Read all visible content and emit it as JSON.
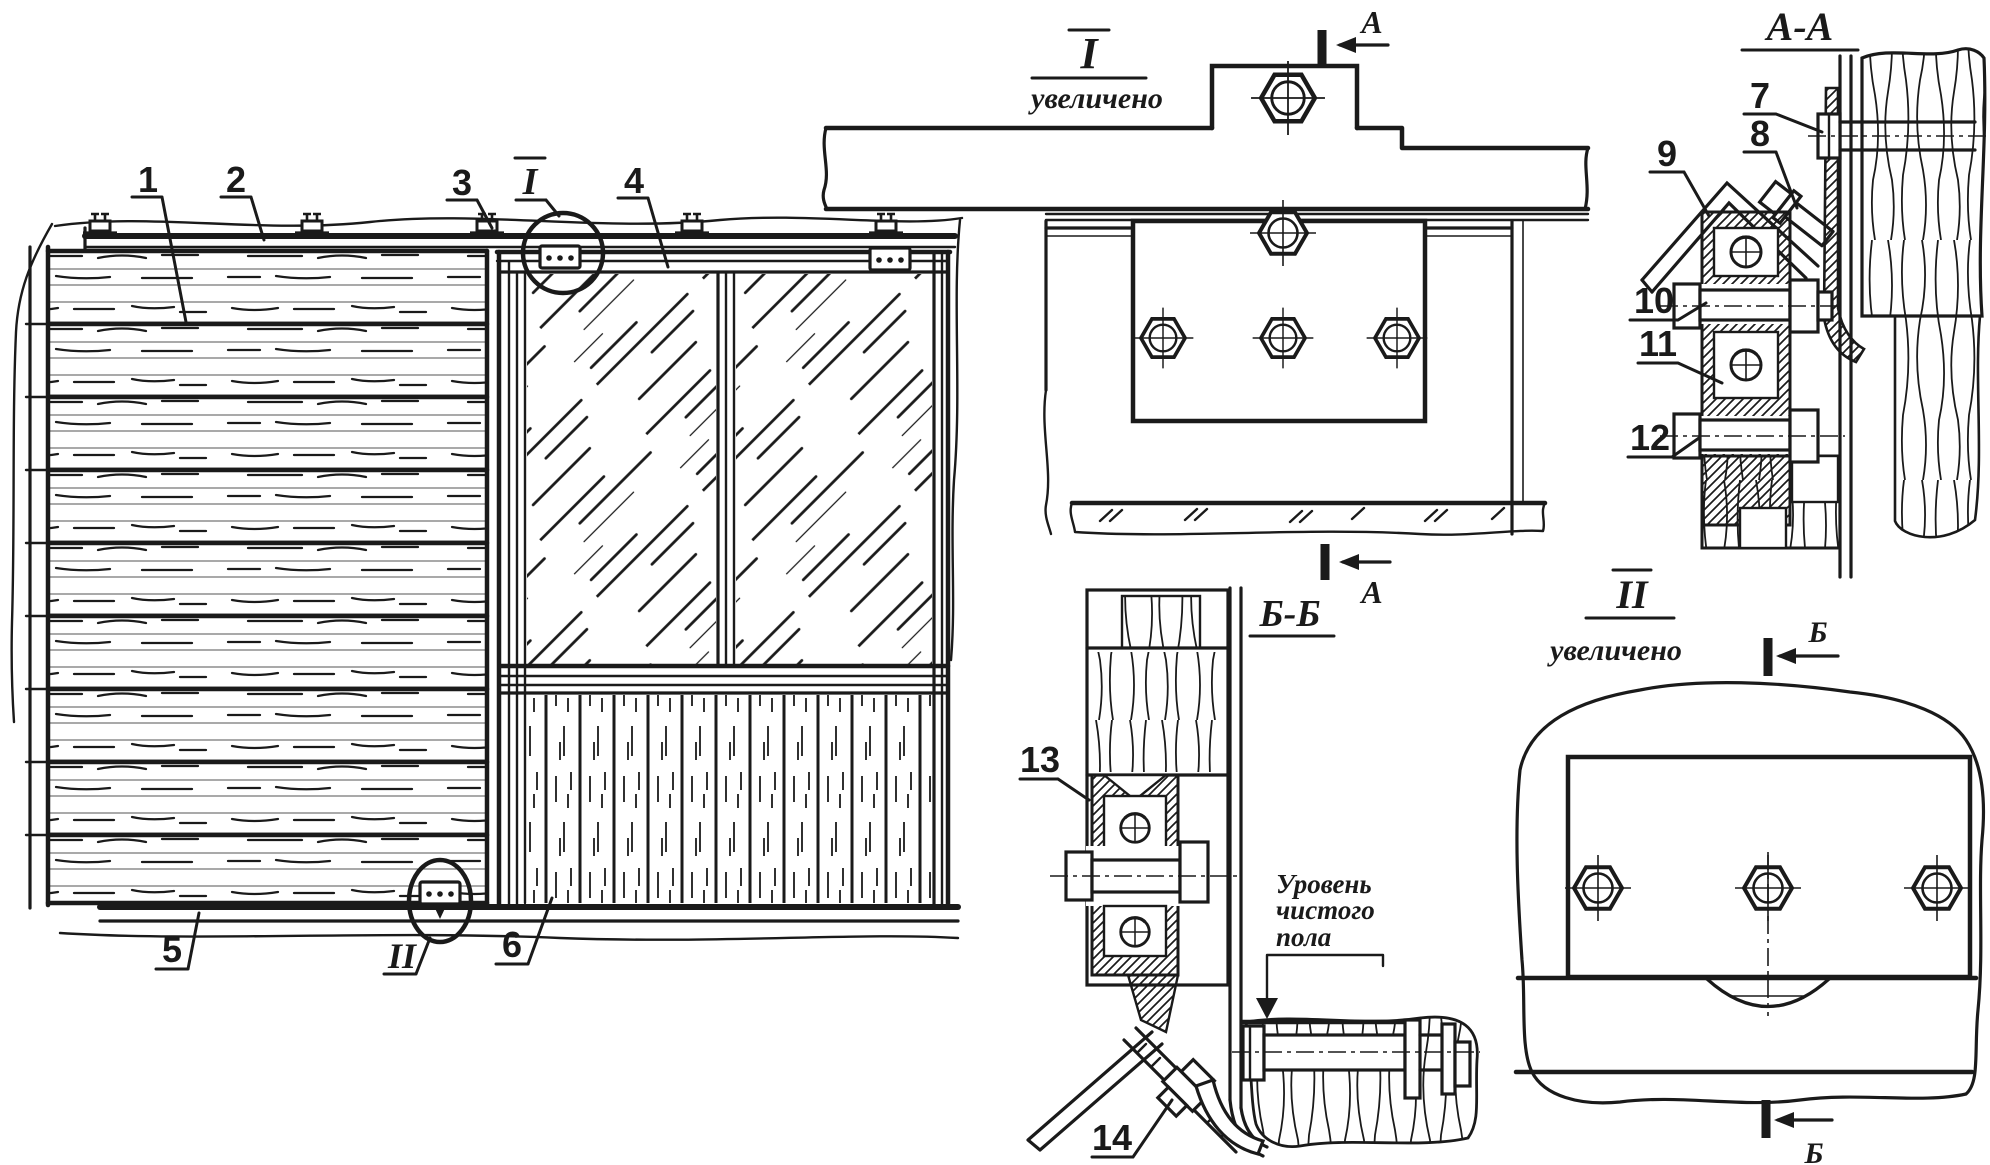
{
  "colors": {
    "ink": "#1a1a1a",
    "paper": "#ffffff"
  },
  "drawing": {
    "elevation": {
      "callout_1": "1",
      "callout_2": "2",
      "callout_3": "3",
      "callout_4": "4",
      "callout_5": "5",
      "callout_6": "6",
      "marker_detail_i": "I",
      "marker_detail_ii": "II"
    },
    "detail_i": {
      "title": "I",
      "note": "увеличено",
      "cut_label": "А"
    },
    "section_aa": {
      "title": "А-А",
      "part_7": "7",
      "part_8": "8",
      "part_9": "9",
      "part_10": "10",
      "part_11": "11",
      "part_12": "12"
    },
    "section_bb": {
      "title": "Б-Б",
      "part_13": "13",
      "part_14": "14",
      "floor_note_line_1": "Уровень",
      "floor_note_line_2": "чистого",
      "floor_note_line_3": "пола"
    },
    "detail_ii": {
      "title": "II",
      "note": "увеличено",
      "cut_label": "Б"
    }
  }
}
